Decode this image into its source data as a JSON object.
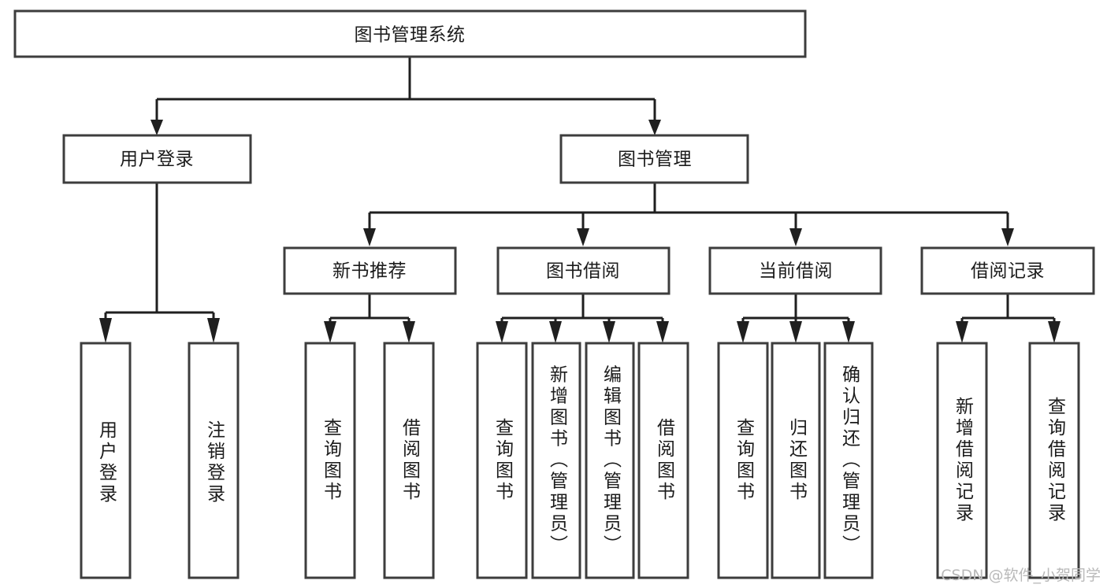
{
  "diagram": {
    "title": "图书管理系统",
    "watermark": "CSDN @软件_小贺同学",
    "colors": {
      "box_stroke": "#3d3d3d",
      "line": "#1f1f1f",
      "box_fill": "#ffffff",
      "text": "#1b1b1b",
      "watermark": "#b9b9b9",
      "background": "#ffffff"
    },
    "root": {
      "label": "图书管理系统"
    },
    "level2": [
      {
        "label": "用户登录"
      },
      {
        "label": "图书管理"
      }
    ],
    "level3": [
      {
        "label": "新书推荐"
      },
      {
        "label": "图书借阅"
      },
      {
        "label": "当前借阅"
      },
      {
        "label": "借阅记录"
      }
    ],
    "leaves": {
      "user_login": [
        {
          "label": "用户登录"
        },
        {
          "label": "注销登录"
        }
      ],
      "new_book_recommend": [
        {
          "label": "查询图书"
        },
        {
          "label": "借阅图书"
        }
      ],
      "book_borrow": [
        {
          "label": "查询图书"
        },
        {
          "label": "新增图书（管理员）"
        },
        {
          "label": "编辑图书（管理员）"
        },
        {
          "label": "借阅图书"
        }
      ],
      "current_borrow": [
        {
          "label": "查询图书"
        },
        {
          "label": "归还图书"
        },
        {
          "label": "确认归还（管理员）"
        }
      ],
      "borrow_record": [
        {
          "label": "新增借阅记录"
        },
        {
          "label": "查询借阅记录"
        }
      ]
    }
  }
}
